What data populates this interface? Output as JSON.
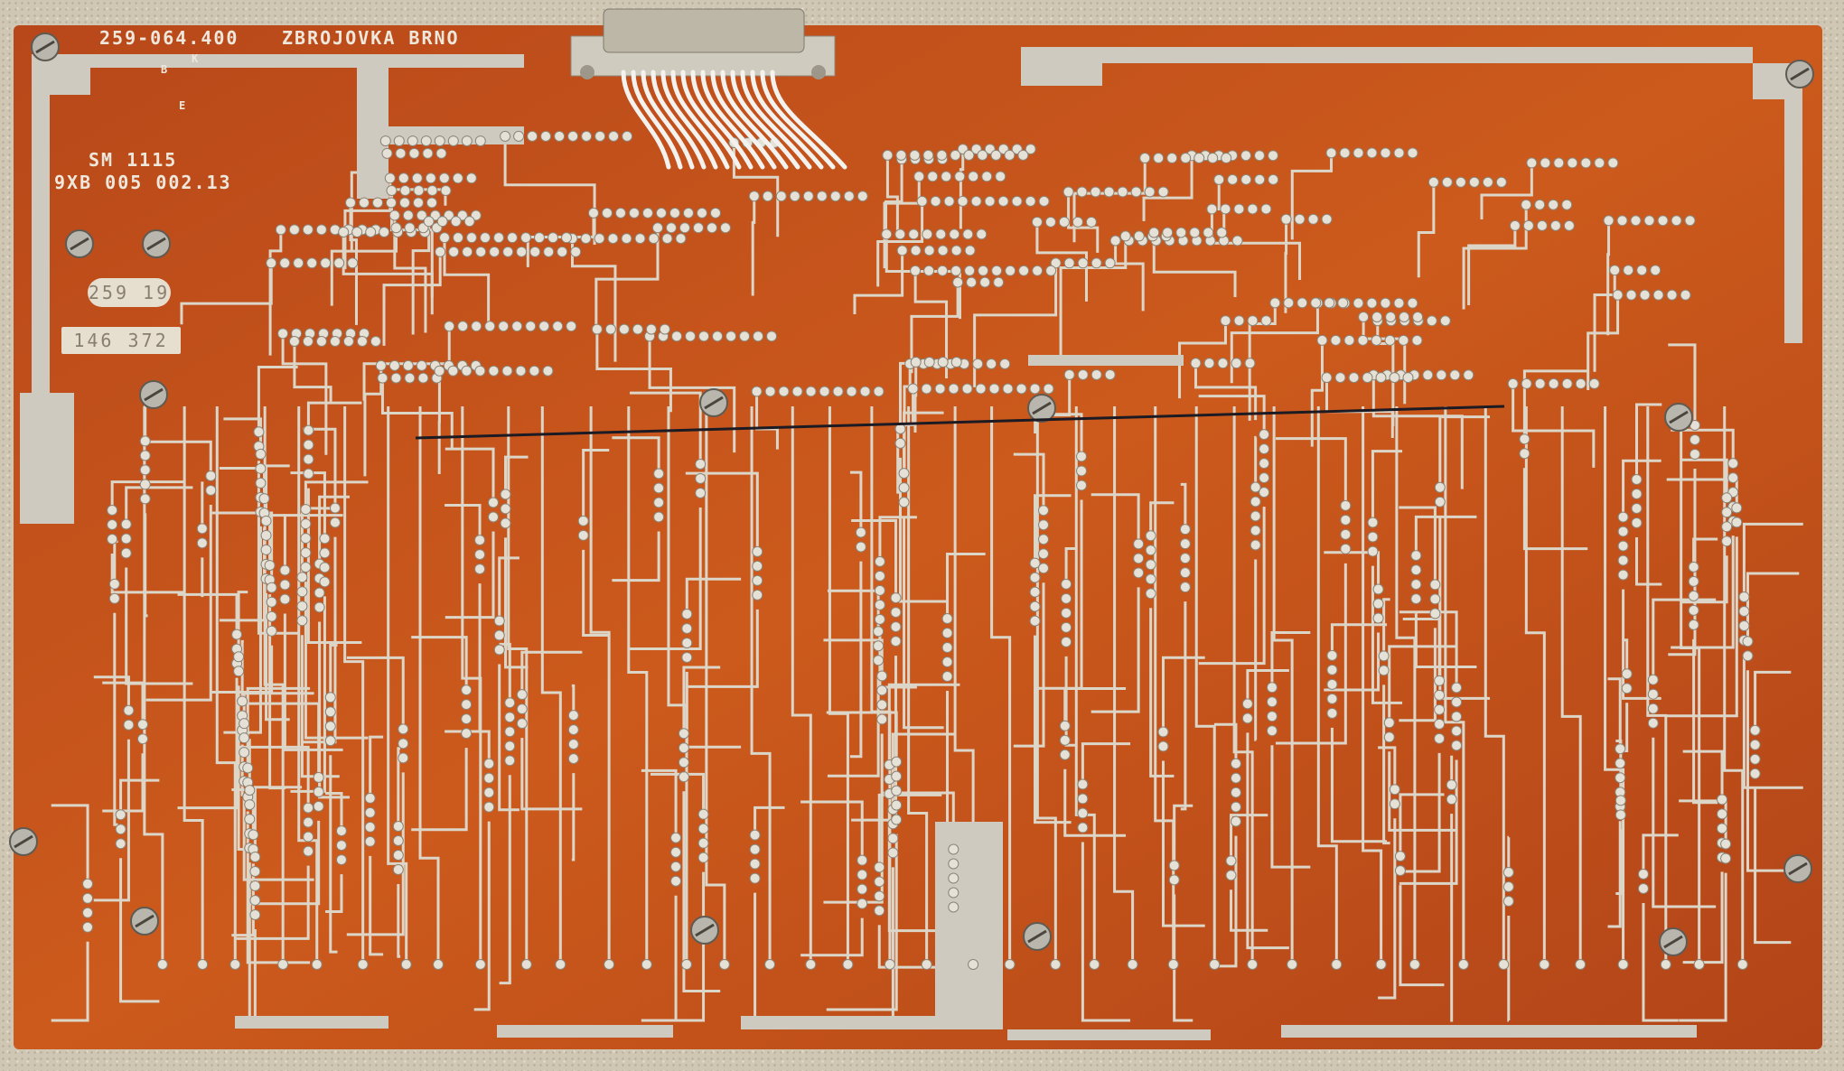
{
  "board": {
    "part_number": "259-064.400",
    "manufacturer": "ZBROJOVKA BRNO",
    "model": "SM 1115",
    "designation": "9XB 005 002.13",
    "pin_labels": [
      "B",
      "K",
      "E"
    ],
    "sticker_oval": "259 19",
    "sticker_rect": "146 372"
  },
  "colors": {
    "substrate": "#c2521a",
    "trace": "#d9d4c8",
    "background": "#cfc6b4"
  }
}
